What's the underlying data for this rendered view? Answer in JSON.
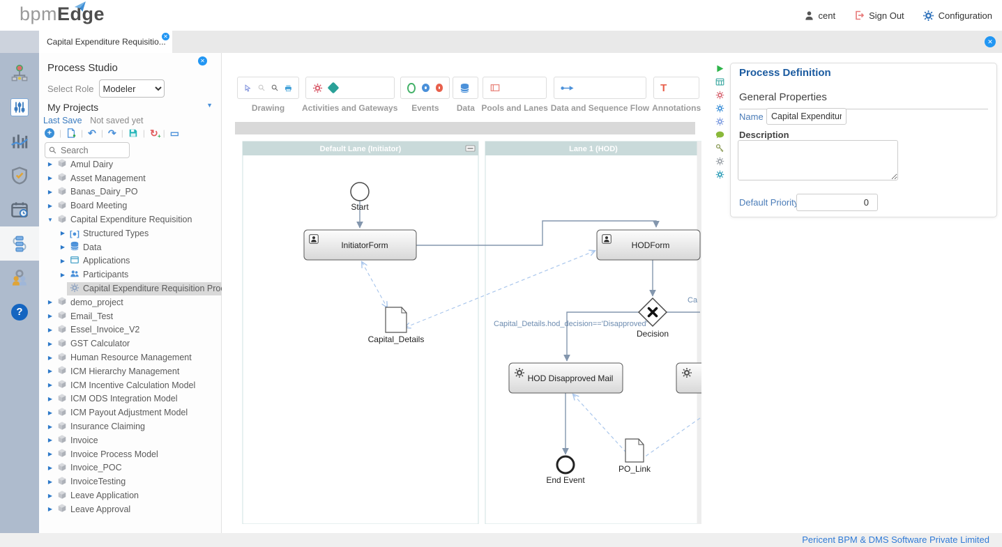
{
  "header": {
    "logo_bpm": "bpm",
    "logo_edge": "Edge",
    "user": "cent",
    "sign_out": "Sign Out",
    "configuration": "Configuration"
  },
  "tab_bar": {
    "active_tab": "Capital Expenditure Requisitio..."
  },
  "left_panel": {
    "title": "Process Studio",
    "select_role_label": "Select Role",
    "role_value": "Modeler",
    "my_projects": "My Projects",
    "last_save_label": "Last Save",
    "last_save_value": "Not saved yet",
    "search_placeholder": "Search",
    "tree": [
      {
        "label": "Amul Dairy",
        "level": 0,
        "caret": "right",
        "icon": "cube"
      },
      {
        "label": "Asset Management",
        "level": 0,
        "caret": "right",
        "icon": "cube"
      },
      {
        "label": "Banas_Dairy_PO",
        "level": 0,
        "caret": "right",
        "icon": "cube"
      },
      {
        "label": "Board Meeting",
        "level": 0,
        "caret": "right",
        "icon": "cube"
      },
      {
        "label": "Capital Expenditure Requisition",
        "level": 0,
        "caret": "down",
        "icon": "cube"
      },
      {
        "label": "Structured Types",
        "level": 1,
        "caret": "right",
        "icon": "brackets"
      },
      {
        "label": "Data",
        "level": 1,
        "caret": "right",
        "icon": "db"
      },
      {
        "label": "Applications",
        "level": 1,
        "caret": "right",
        "icon": "window"
      },
      {
        "label": "Participants",
        "level": 1,
        "caret": "right",
        "icon": "people"
      },
      {
        "label": "Capital Expenditure Requisition Proce",
        "level": 1,
        "caret": "",
        "icon": "gear",
        "selected": true
      },
      {
        "label": "demo_project",
        "level": 0,
        "caret": "right",
        "icon": "cube"
      },
      {
        "label": "Email_Test",
        "level": 0,
        "caret": "right",
        "icon": "cube"
      },
      {
        "label": "Essel_Invoice_V2",
        "level": 0,
        "caret": "right",
        "icon": "cube"
      },
      {
        "label": "GST Calculator",
        "level": 0,
        "caret": "right",
        "icon": "cube"
      },
      {
        "label": "Human Resource Management",
        "level": 0,
        "caret": "right",
        "icon": "cube"
      },
      {
        "label": "ICM Hierarchy Management",
        "level": 0,
        "caret": "right",
        "icon": "cube"
      },
      {
        "label": "ICM Incentive Calculation Model",
        "level": 0,
        "caret": "right",
        "icon": "cube"
      },
      {
        "label": "ICM ODS Integration Model",
        "level": 0,
        "caret": "right",
        "icon": "cube"
      },
      {
        "label": "ICM Payout Adjustment Model",
        "level": 0,
        "caret": "right",
        "icon": "cube"
      },
      {
        "label": "Insurance Claiming",
        "level": 0,
        "caret": "right",
        "icon": "cube"
      },
      {
        "label": "Invoice",
        "level": 0,
        "caret": "right",
        "icon": "cube"
      },
      {
        "label": "Invoice Process Model",
        "level": 0,
        "caret": "right",
        "icon": "cube"
      },
      {
        "label": "Invoice_POC",
        "level": 0,
        "caret": "right",
        "icon": "cube"
      },
      {
        "label": "InvoiceTesting",
        "level": 0,
        "caret": "right",
        "icon": "cube"
      },
      {
        "label": "Leave Application",
        "level": 0,
        "caret": "right",
        "icon": "cube"
      },
      {
        "label": "Leave Approval",
        "level": 0,
        "caret": "right",
        "icon": "cube"
      }
    ]
  },
  "canvas": {
    "toolbar_groups": [
      {
        "label": "Drawing"
      },
      {
        "label": "Activities and Gateways"
      },
      {
        "label": "Events"
      },
      {
        "label": "Data"
      },
      {
        "label": "Pools and Lanes"
      },
      {
        "label": "Data and Sequence Flow"
      },
      {
        "label": "Annotations"
      }
    ],
    "lanes": [
      {
        "title": "Default Lane (Initiator)"
      },
      {
        "title": "Lane 1 (HOD)"
      }
    ],
    "nodes": {
      "start": "Start",
      "initiator_form": "InitiatorForm",
      "hod_form": "HODForm",
      "capital_details": "Capital_Details",
      "decision": "Decision",
      "hod_mail": "HOD Disapproved Mail",
      "end_event": "End Event",
      "po_link": "PO_Link"
    },
    "labels": {
      "condition": "Capital_Details.hod_decision=='Disapproved'",
      "condition_partial": "Ca"
    }
  },
  "right_panel": {
    "title": "Process Definition",
    "section": "General Properties",
    "name_label": "Name",
    "name_value": "Capital Expenditure R",
    "description_label": "Description",
    "description_value": "",
    "priority_label": "Default Priority",
    "priority_value": "0"
  },
  "footer": {
    "text": "Pericent BPM & DMS Software Private Limited"
  }
}
